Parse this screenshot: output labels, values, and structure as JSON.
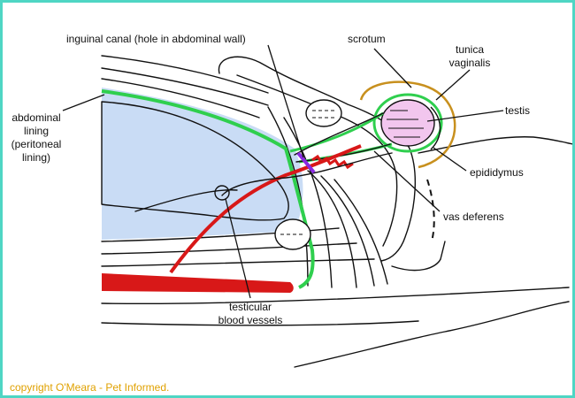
{
  "labels": {
    "inguinal_canal": "inguinal canal (hole in abdominal wall)",
    "scrotum": "scrotum",
    "tunica_vaginalis_1": "tunica",
    "tunica_vaginalis_2": "vaginalis",
    "testis": "testis",
    "abdominal_lining_1": "abdominal",
    "abdominal_lining_2": "lining",
    "abdominal_lining_3": "(peritoneal",
    "abdominal_lining_4": "lining)",
    "epididymus": "epididymus",
    "vas_deferens": "vas deferens",
    "testicular_vessels_1": "testicular",
    "testicular_vessels_2": "blood vessels"
  },
  "copyright": "copyright O'Meara - Pet Informed.",
  "colors": {
    "frame": "#4fd6c4",
    "peritoneum": "#2fcf4e",
    "blood_vessel": "#d81818",
    "abdominal_space": "#c9dcf5",
    "organ": "#f5f2c8",
    "testis": "#f2c6ee",
    "scrotum": "#c8901e",
    "canal_marker": "#8a2be2",
    "copyright_text": "#e0a100"
  }
}
